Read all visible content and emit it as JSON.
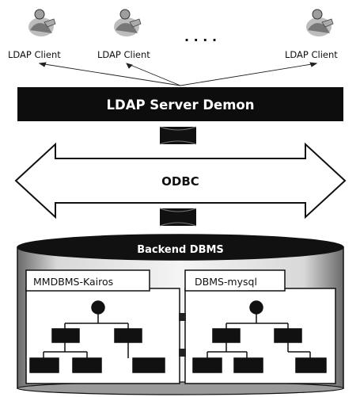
{
  "clients": [
    {
      "label": "LDAP Client"
    },
    {
      "label": "LDAP Client"
    },
    {
      "label": "LDAP Client"
    }
  ],
  "ellipsis": ". . . .",
  "server": {
    "label": "LDAP Server Demon"
  },
  "odbc": {
    "label": "ODBC"
  },
  "backend": {
    "label": "Backend DBMS"
  },
  "databases": [
    {
      "label": "MMDBMS-Kairos"
    },
    {
      "label": "DBMS-mysql"
    }
  ]
}
